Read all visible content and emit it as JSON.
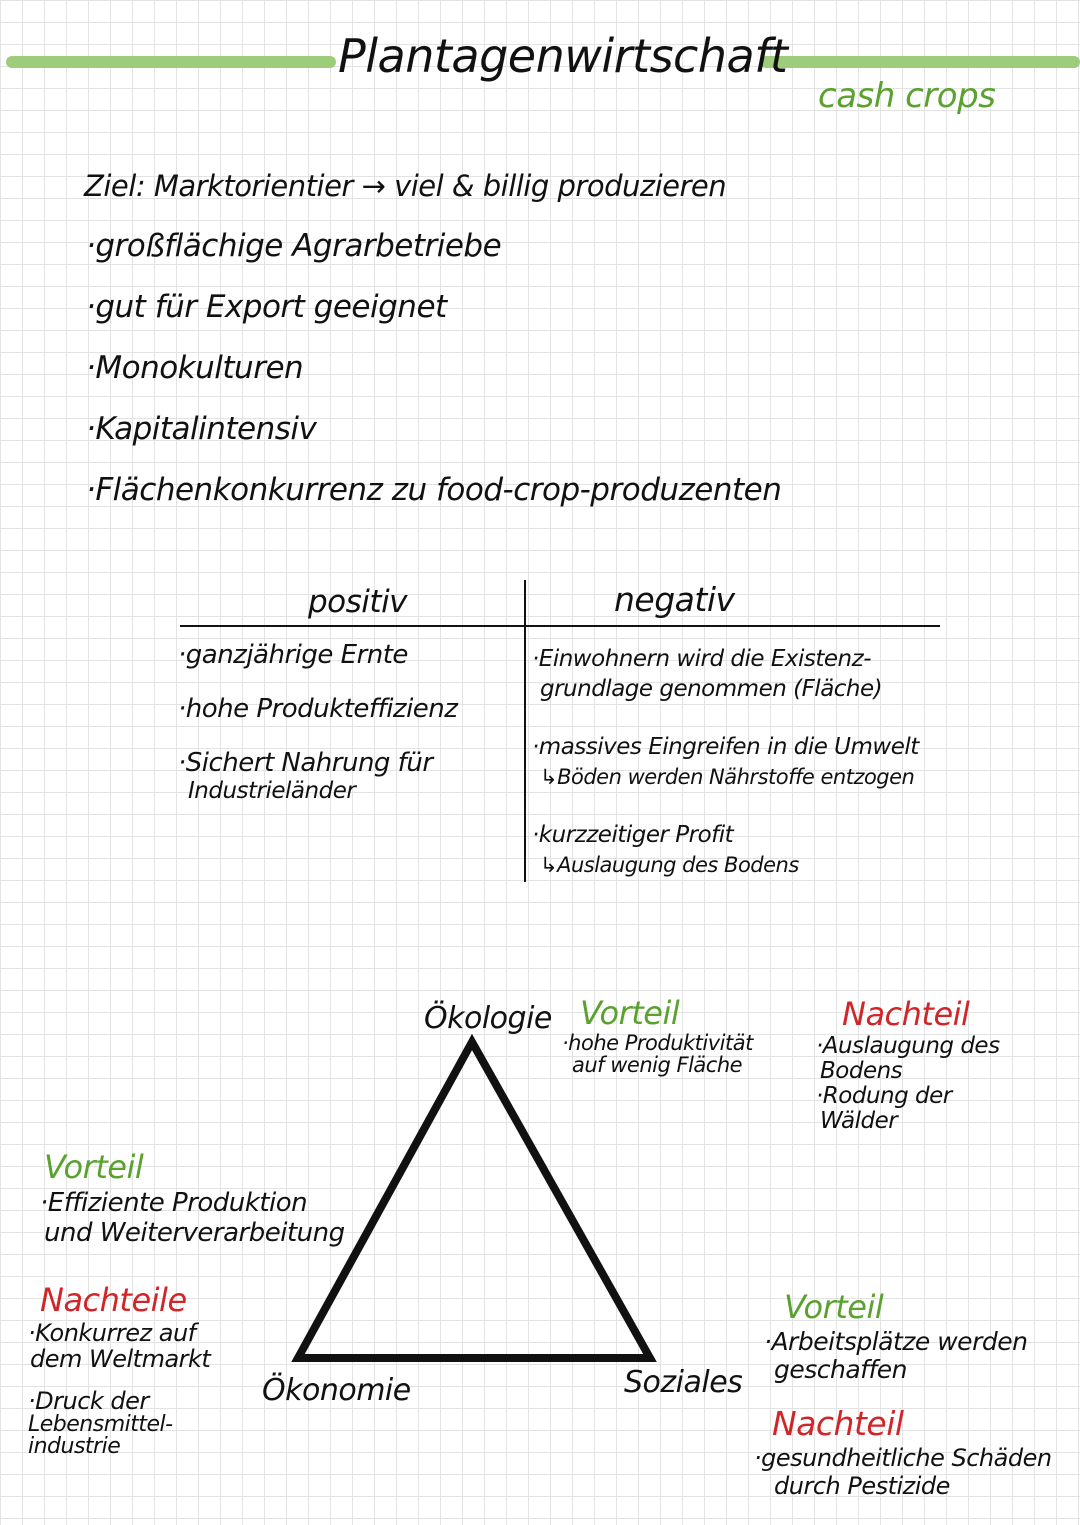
{
  "title": "Plantagenwirtschaft",
  "subtitle": "cash crops",
  "colors": {
    "green": "#5aa12e",
    "red": "#d0262a",
    "title_bar": "#9dcc7a",
    "ink": "#111111"
  },
  "goal": {
    "label": "Ziel:",
    "text": "Marktorientier → viel & billig produzieren"
  },
  "features": [
    "·großflächige Agrarbetriebe",
    "·gut für Export geeignet",
    "·Monokulturen",
    "·Kapitalintensiv",
    "·Flächenkonkurrenz zu food-crop-produzenten"
  ],
  "table": {
    "headers": {
      "positive": "positiv",
      "negative": "negativ"
    },
    "positive": [
      [
        "·ganzjährige Ernte"
      ],
      [
        "·hohe Produkteffizienz"
      ],
      [
        "·Sichert Nahrung für",
        "Industrieländer"
      ]
    ],
    "negative": [
      [
        "·Einwohnern wird die Existenz-",
        "grundlage genommen (Fläche)"
      ],
      [
        "·massives Eingreifen in die Umwelt",
        "↳Böden werden Nährstoffe entzogen"
      ],
      [
        "·kurzzeitiger Profit",
        "↳Auslaugung des Bodens"
      ]
    ]
  },
  "triangle": {
    "top_label": "Ökologie",
    "left_label": "Ökonomie",
    "right_label": "Soziales"
  },
  "ecology": {
    "advantage_title": "Vorteil",
    "advantage_lines": [
      "·hohe Produktivität",
      "auf wenig Fläche"
    ],
    "disadvantage_title": "Nachteil",
    "disadvantage_lines": [
      "·Auslaugung des",
      "Bodens",
      "·Rodung der",
      "Wälder"
    ]
  },
  "economy": {
    "advantage_title": "Vorteil",
    "advantage_lines": [
      "·Effiziente Produktion",
      "und Weiterverarbeitung"
    ],
    "disadvantage_title": "Nachteile",
    "disadvantage_lines": [
      "·Konkurrez auf",
      "dem Weltmarkt",
      "·Druck der",
      "Lebensmittel-",
      "industrie"
    ]
  },
  "social": {
    "advantage_title": "Vorteil",
    "advantage_lines": [
      "·Arbeitsplätze werden",
      "geschaffen"
    ],
    "disadvantage_title": "Nachteil",
    "disadvantage_lines": [
      "·gesundheitliche Schäden",
      "durch Pestizide"
    ]
  }
}
